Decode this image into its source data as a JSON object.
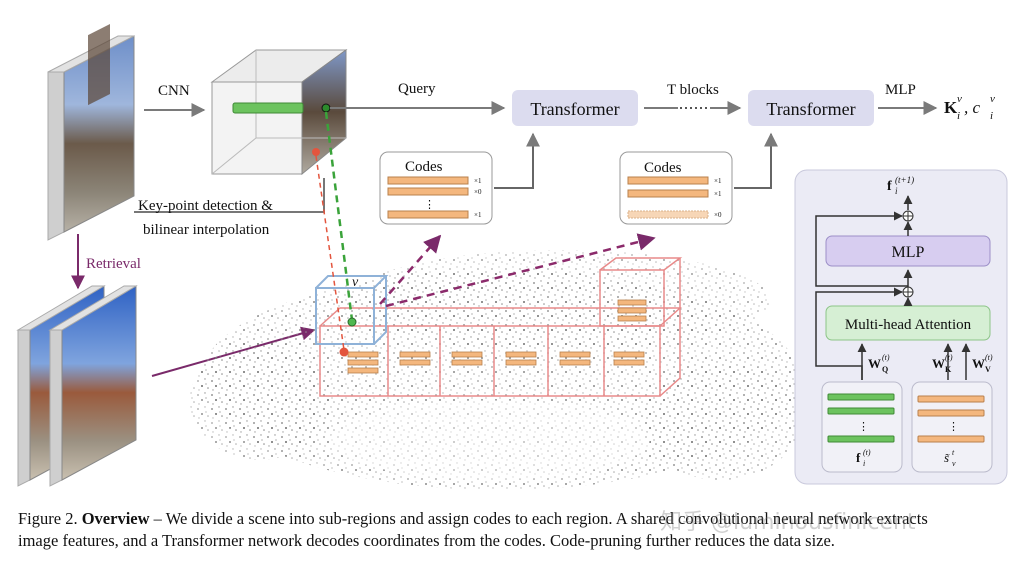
{
  "diagram": {
    "cnn_label": "CNN",
    "query_label": "Query",
    "transformer1_label": "Transformer",
    "transformer2_label": "Transformer",
    "tblocks_label": "T blocks",
    "mlp_out_label": "MLP",
    "output_label_main": "K",
    "output_label_sup1": "v",
    "output_label_sub1": "i",
    "output_label_sep": ", c",
    "output_label_sup2": "v",
    "output_label_sub2": "i",
    "keypoint_label_line1": "Key-point detection &",
    "keypoint_label_line2": "bilinear interpolation",
    "retrieval_label": "Retrieval",
    "voxel_label": "v",
    "codes_box1": {
      "title": "Codes",
      "rows": [
        {
          "mult": "×1"
        },
        {
          "mult": "×0"
        },
        {
          "mult": "×1"
        }
      ],
      "ellipsis": "⋮"
    },
    "codes_box2": {
      "title": "Codes",
      "rows": [
        {
          "mult": "×1"
        },
        {
          "mult": "×1"
        },
        {
          "mult": "×0"
        }
      ]
    },
    "inset": {
      "f_next_main": "f",
      "f_next_sub": "i",
      "f_next_sup": "(t+1)",
      "mlp_label": "MLP",
      "attention_label": "Multi-head Attention",
      "wq_main": "W",
      "wq_sub": "Q",
      "wq_sup": "(t)",
      "wk_main": "W",
      "wk_sub": "K",
      "wk_sup": "(t)",
      "wv_main": "W",
      "wv_sub": "V",
      "wv_sup": "(t)",
      "f_in_main": "f",
      "f_in_sub": "i",
      "f_in_sup": "(t)",
      "s_main": "s̃",
      "s_sub": "v",
      "s_sup": "t",
      "ellipsis": "⋮"
    },
    "colors": {
      "transformer_fill": "#dcdcef",
      "inset_bg": "#ebebf5",
      "mlp_fill": "#d7cdf0",
      "attention_fill": "#d6efd4",
      "feature_green": "#6cc35e",
      "code_orange": "#f4b77e",
      "grid_red": "#e88a8a",
      "voxel_blue": "#8fb2d8",
      "dashed_purple": "#8b2a6b",
      "retrieval_purple": "#7a2a6a"
    }
  },
  "caption": {
    "fig_label": "Figure 2.",
    "bold_title": "Overview",
    "text_line1": " – We divide a scene into sub-regions and assign codes to each region. A shared convolutional neural network extracts",
    "text_line2": "image features, and a Transformer network decodes coordinates from the codes. Code-pruning further reduces the data size."
  },
  "watermark": {
    "text": "知乎 @luminousfinicent"
  }
}
